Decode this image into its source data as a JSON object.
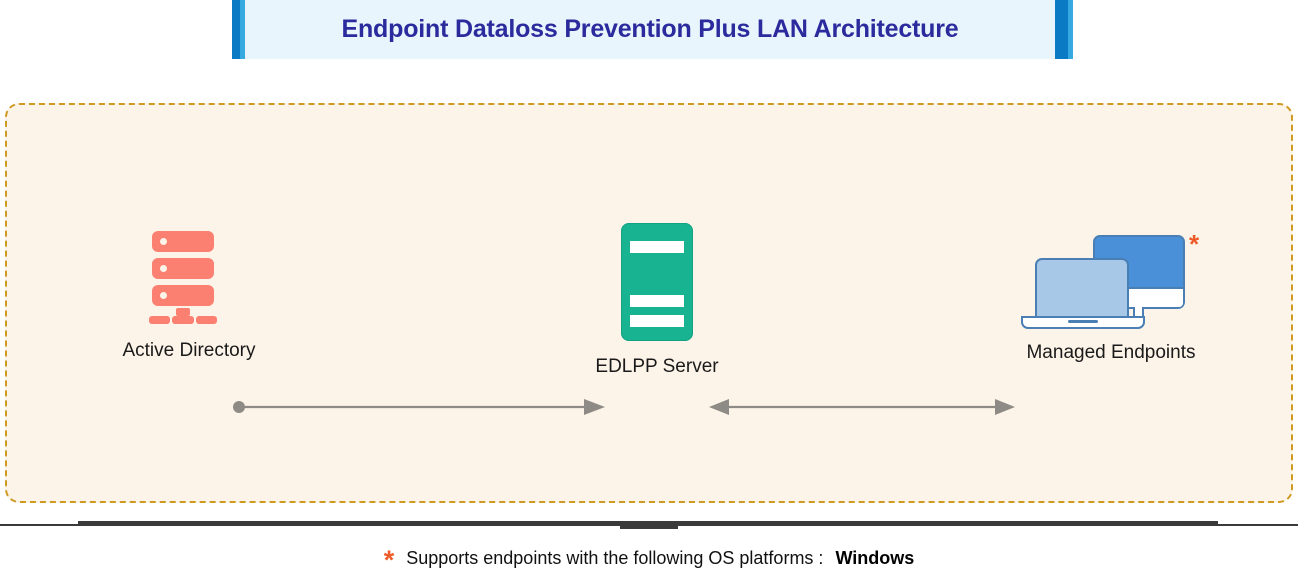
{
  "title": {
    "text": "Endpoint Dataloss Prevention Plus LAN Architecture",
    "banner_bg": "#e8f5fd",
    "edge_color": "#0b7ac4",
    "text_color": "#2b2b9e"
  },
  "diagram": {
    "panel_bg": "#fdf4e9",
    "panel_border_color": "#cf9a22",
    "nodes": [
      {
        "id": "active-directory",
        "label": "Active Directory",
        "icon": "server-rack-icon",
        "icon_color": "#fb8072"
      },
      {
        "id": "edlpp-server",
        "label": "EDLPP Server",
        "icon": "server-tower-icon",
        "icon_color": "#18b491"
      },
      {
        "id": "managed-endpoints",
        "label": "Managed Endpoints",
        "icon": "monitor-laptop-icon",
        "icon_color": "#4a90d9",
        "badge": "*",
        "badge_color": "#ed5c28"
      }
    ],
    "connectors": [
      {
        "id": "ad-to-server",
        "from": "active-directory",
        "to": "edlpp-server",
        "direction": "forward",
        "start_marker": "dot",
        "end_marker": "arrow",
        "color": "#8e8a86"
      },
      {
        "id": "server-to-endpoints",
        "from": "edlpp-server",
        "to": "managed-endpoints",
        "direction": "bidirectional",
        "start_marker": "arrow",
        "end_marker": "arrow",
        "color": "#8e8a86"
      }
    ]
  },
  "footer": {
    "asterisk": "*",
    "note": "Supports endpoints with the following OS platforms :",
    "platforms": "Windows",
    "asterisk_color": "#ed5c28"
  }
}
